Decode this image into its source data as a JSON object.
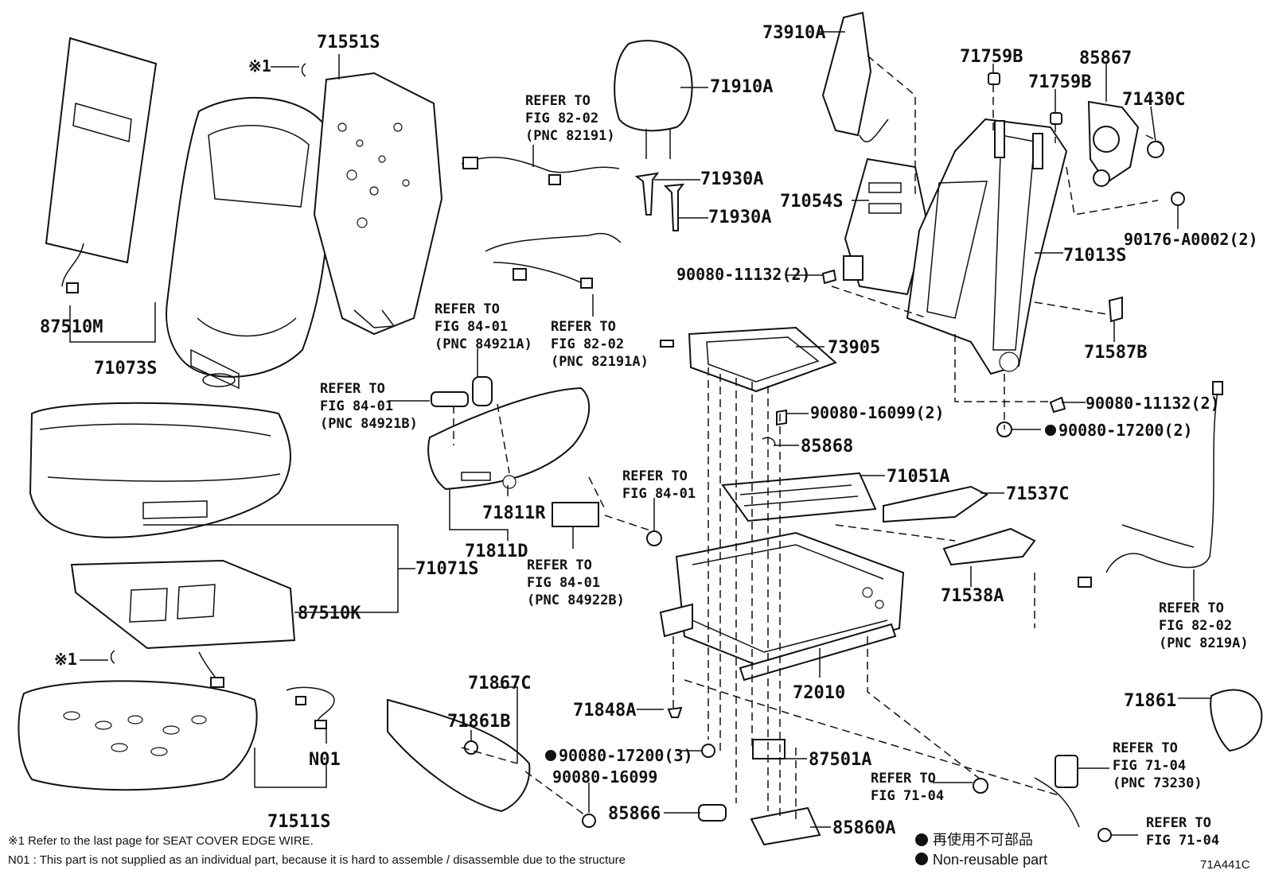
{
  "diagram": {
    "code": "71A441C",
    "parts": {
      "p71551S": "71551S",
      "p87510M": "87510M",
      "p71073S": "71073S",
      "p71071S": "71071S",
      "p87510K": "87510K",
      "p71511S": "71511S",
      "pN01": "N01",
      "p71910A": "71910A",
      "p71930A_1": "71930A",
      "p71930A_2": "71930A",
      "p71811R": "71811R",
      "p71811D": "71811D",
      "p71867C": "71867C",
      "p71861B": "71861B",
      "p71848A": "71848A",
      "p90080_17200_3": "90080-17200(3)",
      "p90080_16099": "90080-16099",
      "p85866": "85866",
      "p85860A": "85860A",
      "p87501A": "87501A",
      "p72010": "72010",
      "p73910A": "73910A",
      "p71759B_1": "71759B",
      "p71759B_2": "71759B",
      "p85867": "85867",
      "p71430C": "71430C",
      "p71054S": "71054S",
      "p90176": "90176-A0002(2)",
      "p71013S": "71013S",
      "p90080_11132_a": "90080-11132(2)",
      "p73905": "73905",
      "p71587B": "71587B",
      "p90080_11132_b": "90080-11132(2)",
      "p90080_16099_2": "90080-16099(2)",
      "p90080_17200_2": "90080-17200(2)",
      "p85868": "85868",
      "p71051A": "71051A",
      "p71537C": "71537C",
      "p71538A": "71538A",
      "p71861": "71861",
      "mark1a": "※1",
      "mark1b": "※1"
    },
    "refs": {
      "r1": [
        "REFER TO",
        "FIG 82-02",
        "(PNC 82191)"
      ],
      "r2": [
        "REFER TO",
        "FIG 84-01",
        "(PNC 84921A)"
      ],
      "r3": [
        "REFER TO",
        "FIG 82-02",
        "(PNC 82191A)"
      ],
      "r4": [
        "REFER TO",
        "FIG 84-01",
        "(PNC 84921B)"
      ],
      "r5": [
        "REFER TO",
        "FIG 84-01"
      ],
      "r6": [
        "REFER TO",
        "FIG 84-01",
        "(PNC 84922B)"
      ],
      "r7": [
        "REFER TO",
        "FIG 82-02",
        "(PNC 8219A)"
      ],
      "r8": [
        "REFER TO",
        "FIG 71-04"
      ],
      "r9": [
        "REFER TO",
        "FIG 71-04",
        "(PNC 73230)"
      ],
      "r10": [
        "REFER TO",
        "FIG 71-04"
      ]
    },
    "footnotes": {
      "note1": "※1  Refer to the last page for SEAT COVER EDGE WIRE.",
      "note2": "N01 : This part is not supplied as an individual part, because it is hard to assemble / disassemble due to the structure"
    },
    "legend": {
      "jp": "再使用不可部品",
      "en": "Non-reusable part"
    }
  }
}
